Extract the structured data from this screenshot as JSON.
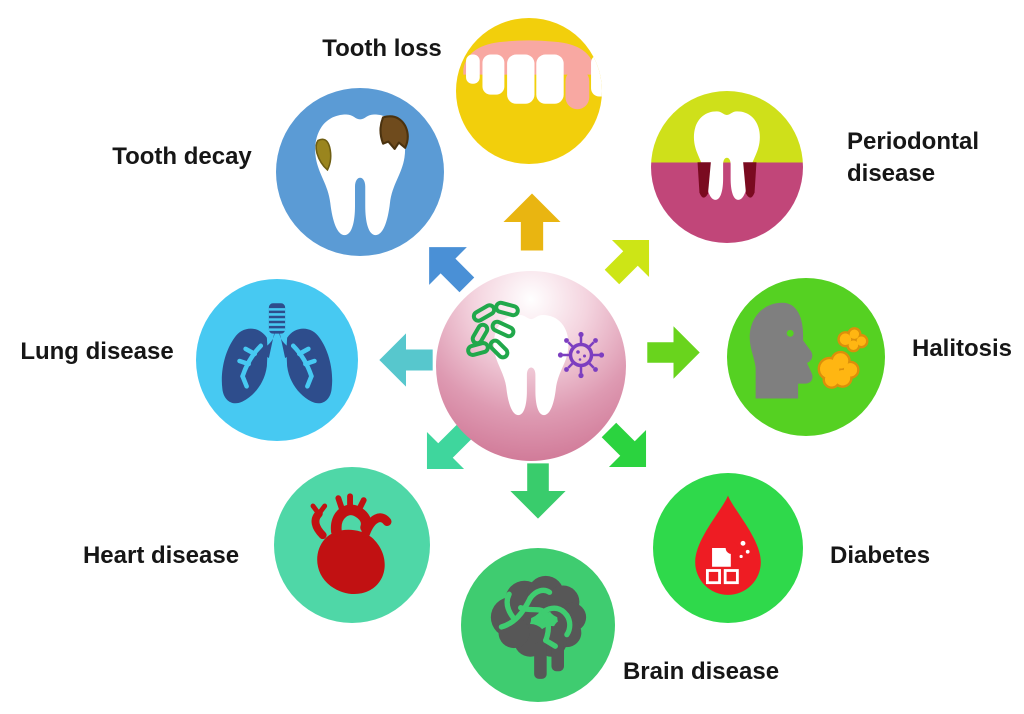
{
  "diagram": {
    "description": "Oral bacteria linked systemic diseases diagram",
    "background_color": "#FFFFFF",
    "center": {
      "icon": "tooth-with-microbes-icon",
      "circle_gradient": [
        "#FFFFFF",
        "#CA6A8B"
      ],
      "bacteria_color": "#21A84B",
      "virus_color": "#7C3EC0"
    },
    "nodes": [
      {
        "id": "tooth-loss",
        "label": "Tooth loss",
        "icon": "missing-tooth-gums-icon",
        "circle_color": "#F2CF0C",
        "arrow_color": "#E9B511",
        "position": "top"
      },
      {
        "id": "periodontal-disease",
        "label": "Periodontal disease",
        "icon": "tooth-receding-gums-icon",
        "circle_colors": [
          "#CFE01A",
          "#C14679"
        ],
        "arrow_color": "#CDE516",
        "position": "top-right"
      },
      {
        "id": "halitosis",
        "label": "Halitosis",
        "icon": "head-bad-breath-icon",
        "circle_color": "#55D122",
        "arrow_color": "#69D41D",
        "position": "right"
      },
      {
        "id": "diabetes",
        "label": "Diabetes",
        "icon": "blood-drop-sugar-icon",
        "circle_color": "#2FD94B",
        "arrow_color": "#2BD33F",
        "position": "bottom-right"
      },
      {
        "id": "brain-disease",
        "label": "Brain disease",
        "icon": "brain-icon",
        "circle_color": "#3FCC70",
        "arrow_color": "#39CC6C",
        "position": "bottom"
      },
      {
        "id": "heart-disease",
        "label": "Heart disease",
        "icon": "anatomical-heart-icon",
        "circle_color": "#4FD7A7",
        "arrow_color": "#3FD69D",
        "position": "bottom-left"
      },
      {
        "id": "lung-disease",
        "label": "Lung disease",
        "icon": "lungs-icon",
        "circle_color": "#47C9F2",
        "arrow_color": "#57C7CD",
        "position": "left"
      },
      {
        "id": "tooth-decay",
        "label": "Tooth decay",
        "icon": "decayed-tooth-icon",
        "circle_color": "#5B9BD5",
        "arrow_color": "#4A90D6",
        "position": "top-left"
      }
    ]
  }
}
